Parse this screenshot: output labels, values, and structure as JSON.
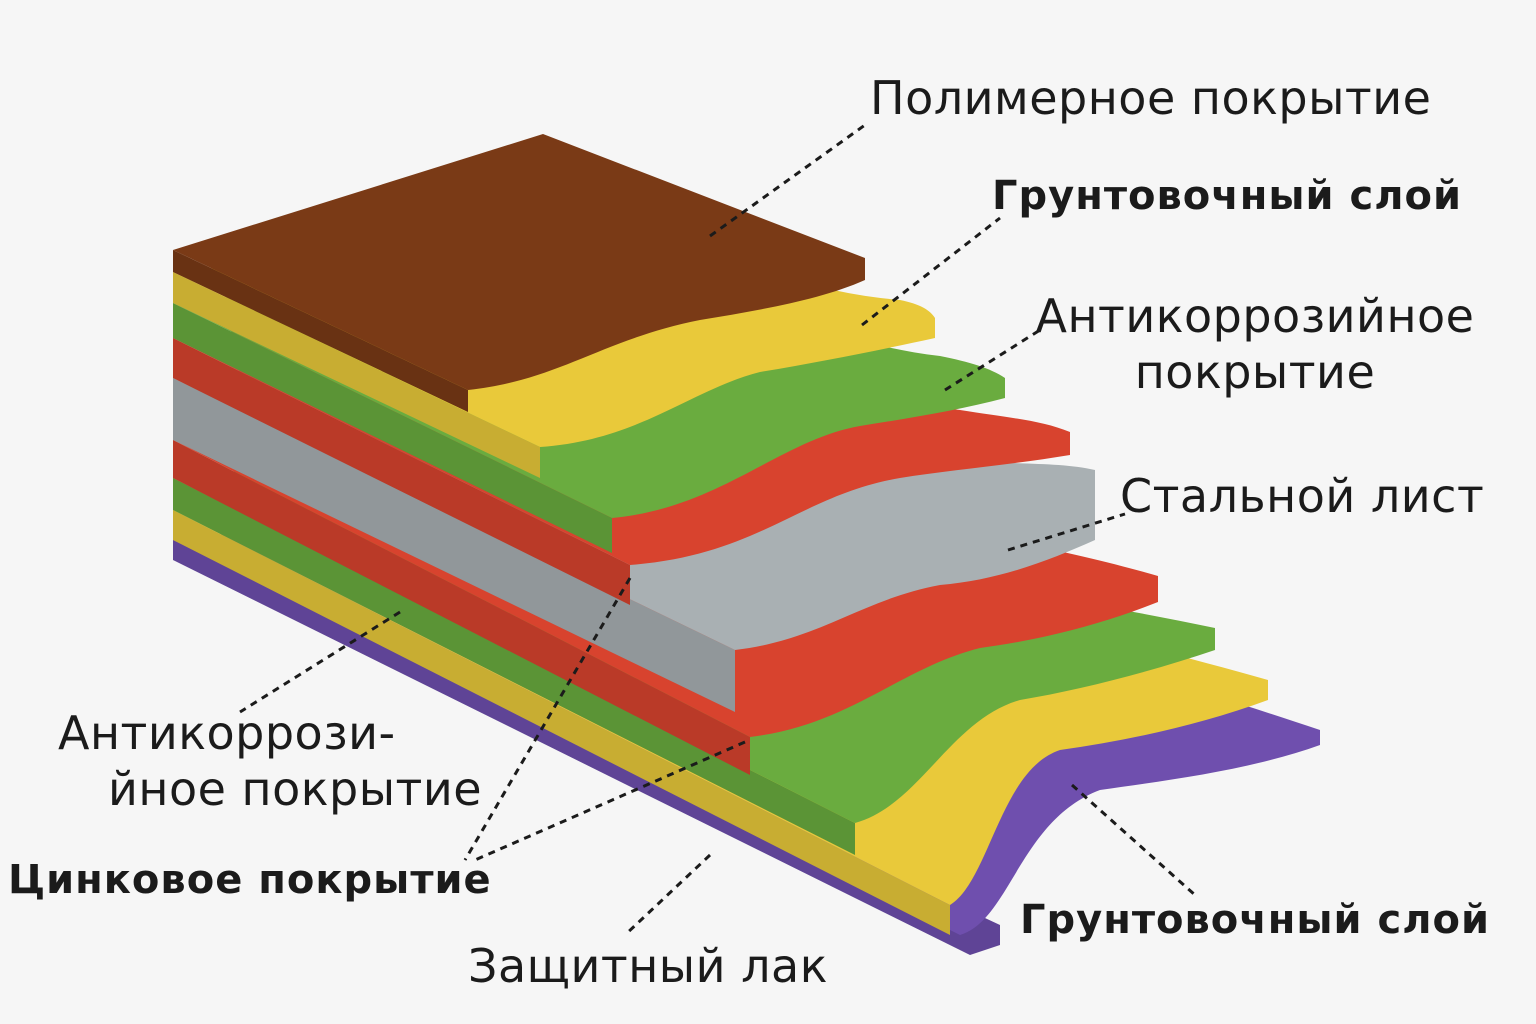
{
  "labels": {
    "polymer_coating": "Полимерное покрытие",
    "primer_top": "Грунтовочный слой",
    "anticorrosion_right_line1": "Антикоррозийное",
    "anticorrosion_right_line2": "покрытие",
    "steel_sheet": "Стальной лист",
    "anticorrosion_left_line1": "Антикоррози-",
    "anticorrosion_left_line2": "йное покрытие",
    "zinc_coating": "Цинковое покрытие",
    "protective_varnish": "Защитный лак",
    "primer_bottom": "Грунтовочный слой"
  },
  "layer_colors": {
    "polymer": "#7a3a16",
    "primer": "#e9c93a",
    "anticorrosion": "#6aac3f",
    "zinc": "#d8432e",
    "steel": "#a9b0b3",
    "varnish": "#6f4fae"
  },
  "layer_order_top_to_bottom": [
    "polymer",
    "primer",
    "anticorrosion",
    "zinc",
    "steel",
    "zinc",
    "anticorrosion",
    "primer",
    "varnish"
  ]
}
